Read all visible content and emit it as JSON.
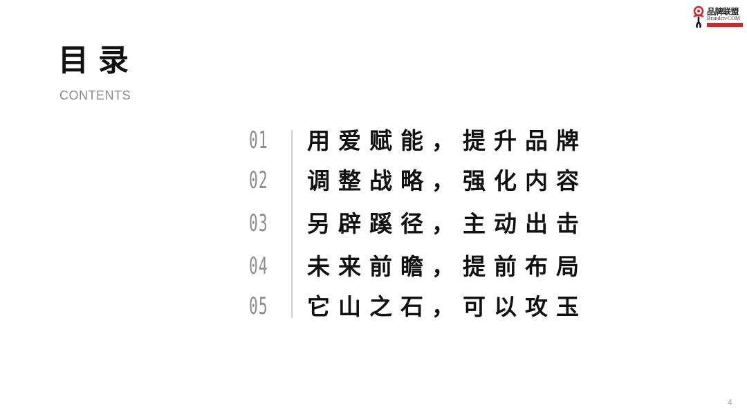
{
  "logo": {
    "cn": "品牌联盟",
    "en": "Brandcn·COM",
    "accent_color": "#d8222a"
  },
  "header": {
    "title": "目录",
    "subtitle": "CONTENTS"
  },
  "toc": {
    "items": [
      {
        "num": "01",
        "text": "用爱赋能，提升品牌"
      },
      {
        "num": "02",
        "text": "调整战略，强化内容"
      },
      {
        "num": "03",
        "text": "另辟蹊径，主动出击"
      },
      {
        "num": "04",
        "text": "未来前瞻，提前布局"
      },
      {
        "num": "05",
        "text": "它山之石，可以攻玉"
      }
    ]
  },
  "footer": {
    "page_number": "4"
  }
}
